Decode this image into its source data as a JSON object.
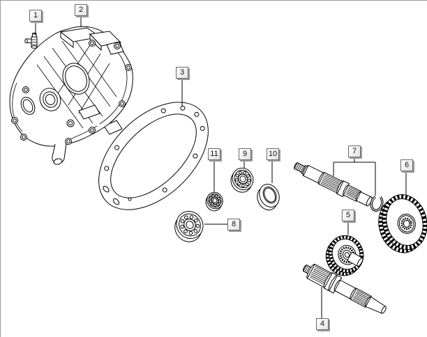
{
  "figure": {
    "background_color": "#ffffff",
    "line_color": "#000000",
    "callout_style": {
      "fill_top": "#ffffff",
      "fill_bottom": "#e3e3e3",
      "border": "#666666",
      "shadow": "#9c9c9c",
      "text_color": "#111111"
    }
  },
  "callouts": {
    "c1": {
      "label": "1"
    },
    "c2": {
      "label": "2"
    },
    "c3": {
      "label": "3"
    },
    "c4": {
      "label": "4"
    },
    "c5": {
      "label": "5"
    },
    "c6": {
      "label": "6"
    },
    "c7": {
      "label": "7"
    },
    "c8": {
      "label": "8"
    },
    "c9": {
      "label": "9"
    },
    "c10": {
      "label": "10"
    },
    "c11": {
      "label": "11"
    }
  }
}
